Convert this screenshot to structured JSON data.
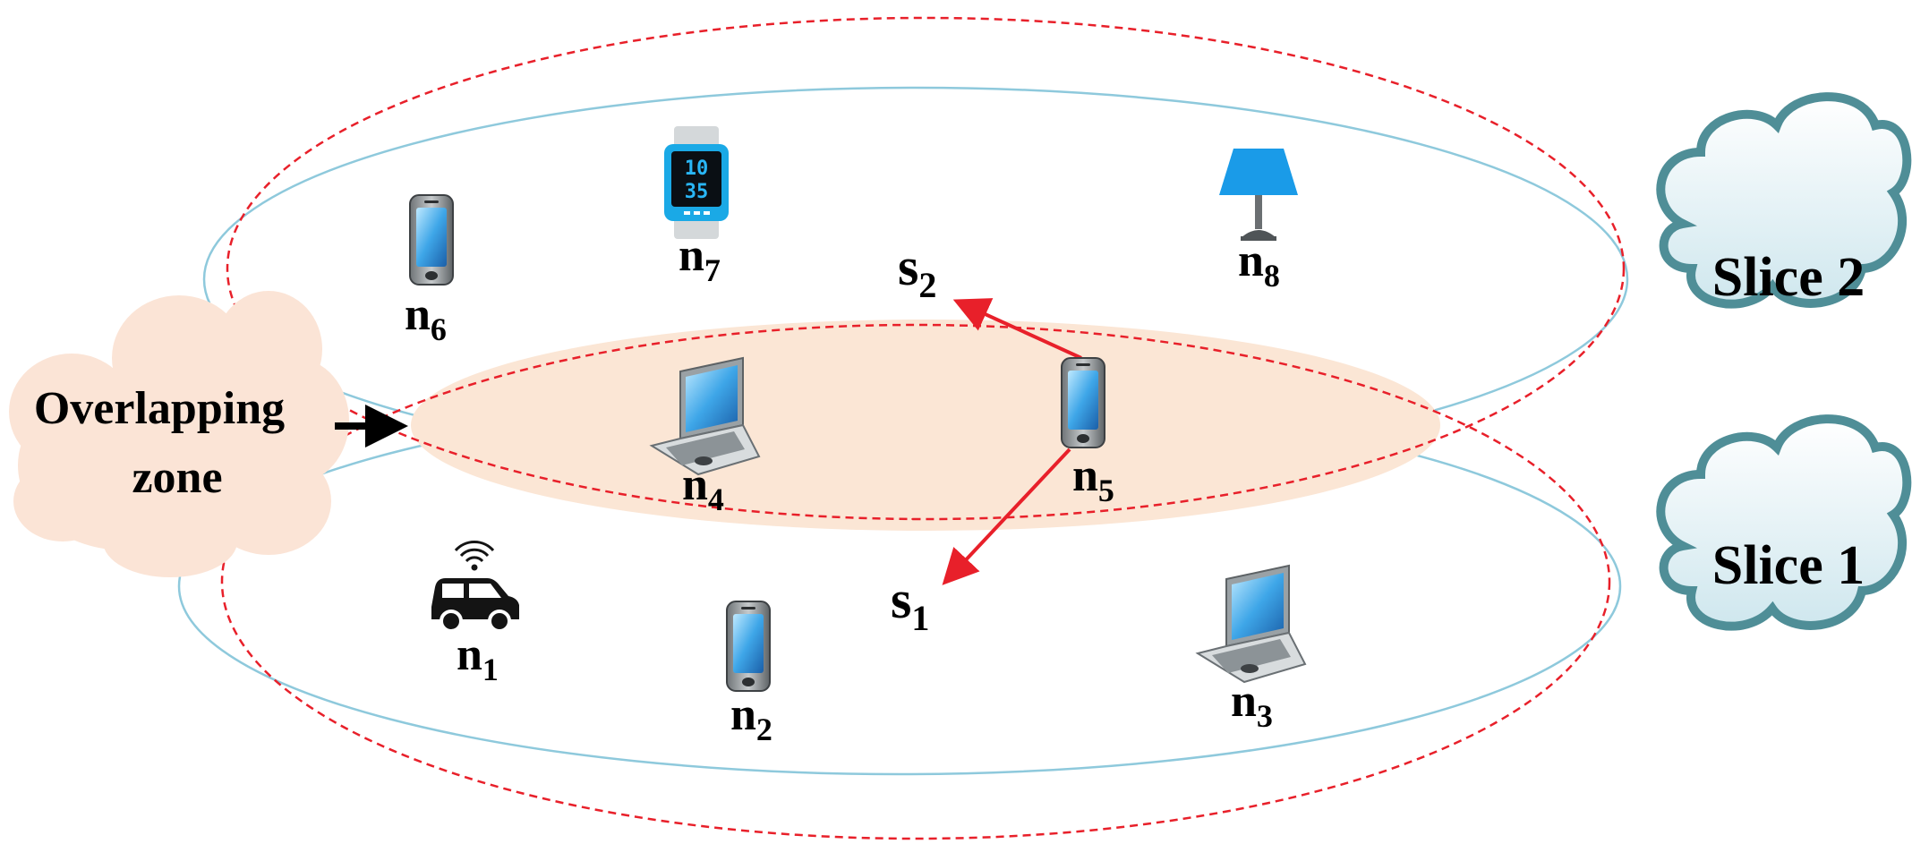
{
  "clouds": {
    "slice2": {
      "label": "Slice 2"
    },
    "slice1": {
      "label": "Slice 1"
    },
    "overlap": {
      "line1": "Overlapping",
      "line2": "zone"
    }
  },
  "nodes": {
    "n1": {
      "base": "n",
      "sub": "1",
      "device": "connected-car-icon"
    },
    "n2": {
      "base": "n",
      "sub": "2",
      "device": "smartphone-icon"
    },
    "n3": {
      "base": "n",
      "sub": "3",
      "device": "laptop-icon"
    },
    "n4": {
      "base": "n",
      "sub": "4",
      "device": "laptop-icon"
    },
    "n5": {
      "base": "n",
      "sub": "5",
      "device": "smartphone-icon"
    },
    "n6": {
      "base": "n",
      "sub": "6",
      "device": "smartphone-icon"
    },
    "n7": {
      "base": "n",
      "sub": "7",
      "device": "smartwatch-icon",
      "watch_top": "10",
      "watch_bottom": "35"
    },
    "n8": {
      "base": "n",
      "sub": "8",
      "device": "lamp-icon"
    }
  },
  "servers": {
    "s1": {
      "base": "s",
      "sub": "1"
    },
    "s2": {
      "base": "s",
      "sub": "2"
    }
  },
  "colors": {
    "slice_ring": "#8ec9dc",
    "coverage_dashed": "#e8202a",
    "overlap_fill": "#fbe6d5",
    "link_arrow": "#e8202a",
    "cloud_fill": "#e4f4f8",
    "cloud_edge": "#4f8e97",
    "overlap_cloud": "#fbe4d6",
    "watch_accent": "#1aa9e6",
    "lamp_shade": "#1a9be8"
  }
}
